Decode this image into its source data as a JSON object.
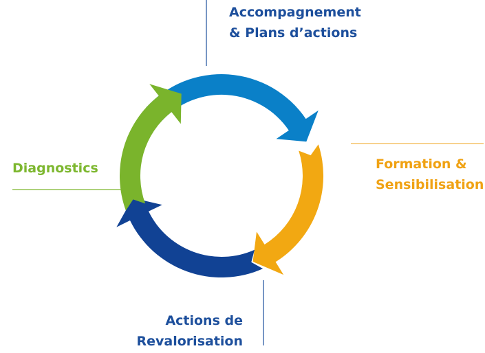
{
  "stages": {
    "top": {
      "line1": "Accompagnement",
      "line2": "& Plans d’actions",
      "color": "#0a80c8"
    },
    "right": {
      "line1": "Formation &",
      "line2": "Sensibilisation",
      "color": "#f2a812"
    },
    "bottom": {
      "line1": "Actions de",
      "line2": "Revalorisation",
      "color": "#114294"
    },
    "left": {
      "line1": "Diagnostics",
      "color": "#7ab42c"
    }
  },
  "label_colors": {
    "blue_text": "#1d4f9c",
    "orange_text": "#f0a213",
    "green_text": "#7db72f"
  },
  "connector_colors": {
    "top": "#1d4f9c",
    "right": "#f2b84b",
    "bottom": "#1d4f9c",
    "left": "#7db72f"
  },
  "icons": {
    "top": "clockwise-arrow-icon",
    "right": "clockwise-arrow-icon",
    "bottom": "clockwise-arrow-icon",
    "left": "clockwise-arrow-icon"
  }
}
